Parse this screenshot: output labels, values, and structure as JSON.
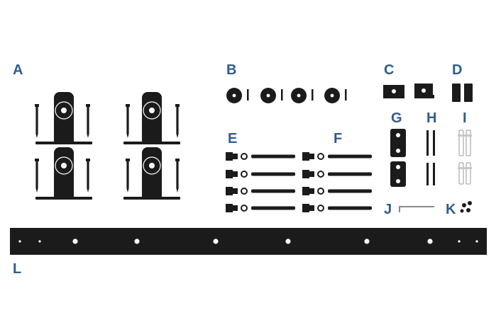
{
  "colors": {
    "label": "#2f5b8f",
    "hardware": "#1b1b1b",
    "background": "#ffffff"
  },
  "labels": {
    "a": "A",
    "b": "B",
    "c": "C",
    "d": "D",
    "e": "E",
    "f": "F",
    "g": "G",
    "h": "H",
    "i": "I",
    "j": "J",
    "k": "K",
    "l": "L"
  }
}
